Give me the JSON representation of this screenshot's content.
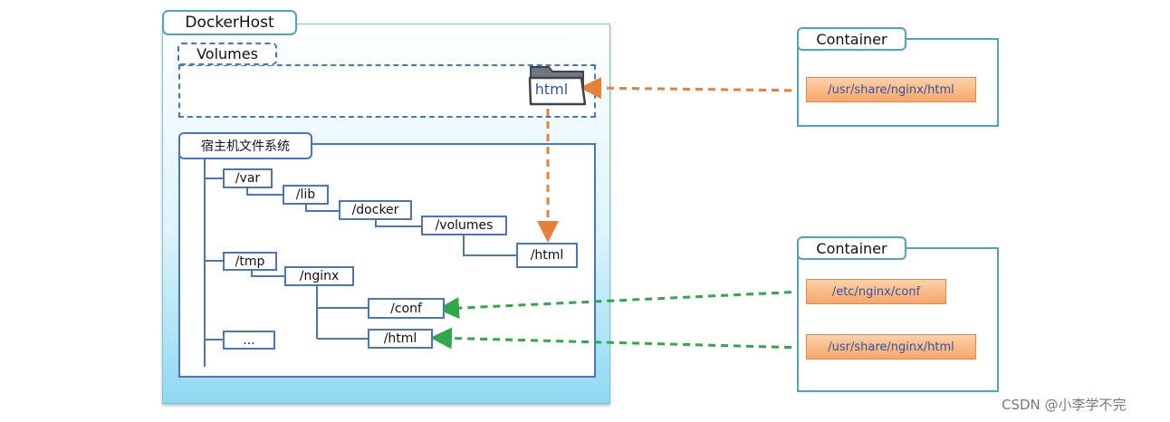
{
  "docker_host": {
    "title": "DockerHost"
  },
  "volumes": {
    "title": "Volumes",
    "folder_label": "html"
  },
  "host_fs": {
    "title": "宿主机文件系统",
    "nodes": {
      "var": "/var",
      "lib": "/lib",
      "docker": "/docker",
      "volumes": "/volumes",
      "volumes_html": "/html",
      "tmp": "/tmp",
      "nginx": "/nginx",
      "conf": "/conf",
      "nginx_html": "/html",
      "ellipsis": "..."
    }
  },
  "containers": [
    {
      "title": "Container",
      "paths": [
        "/usr/share/nginx/html"
      ]
    },
    {
      "title": "Container",
      "paths": [
        "/etc/nginx/conf",
        "/usr/share/nginx/html"
      ]
    }
  ],
  "watermark": "CSDN @小李学不完",
  "colors": {
    "orange_link": "#e8803a",
    "green_link": "#2fa84a",
    "node_border": "#4a76c0",
    "container_border": "#4ea7b6"
  }
}
